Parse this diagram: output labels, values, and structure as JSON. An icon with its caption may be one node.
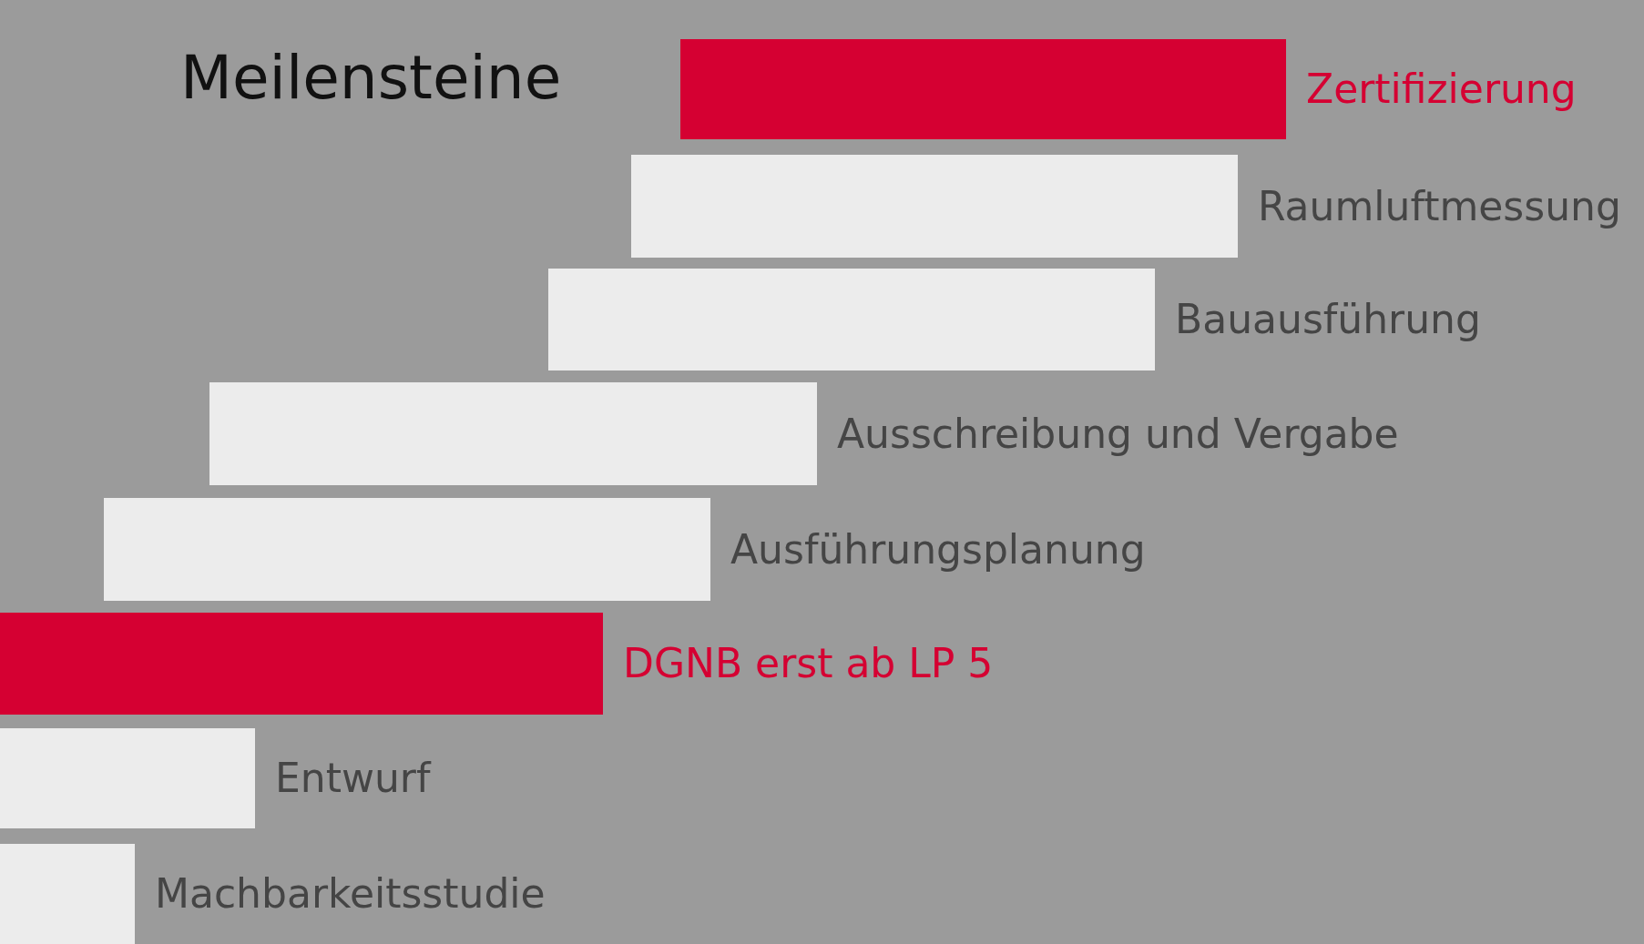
{
  "diagram": {
    "title": "Meilensteine",
    "nodes": [
      {
        "text": [],
        "shape": "bar",
        "beside": [
          "Zertifizierung"
        ]
      },
      {
        "text": [],
        "shape": "bar",
        "beside": [
          "Raumluftmessung"
        ]
      },
      {
        "text": [],
        "shape": "bar",
        "beside": [
          "Bauausführung"
        ]
      },
      {
        "text": [],
        "shape": "bar",
        "beside": [
          "Ausschreibung und Vergabe"
        ]
      },
      {
        "text": [],
        "shape": "bar",
        "beside": [
          "Ausführungsplanung"
        ]
      },
      {
        "text": [],
        "shape": "bar",
        "beside": [
          "DGNB erst ab LP 5"
        ]
      },
      {
        "text": [],
        "shape": "bar",
        "beside": [
          "Entwurf"
        ]
      },
      {
        "text": [],
        "shape": "bar",
        "beside": [
          "Machbarkeitsstudie"
        ]
      }
    ]
  }
}
